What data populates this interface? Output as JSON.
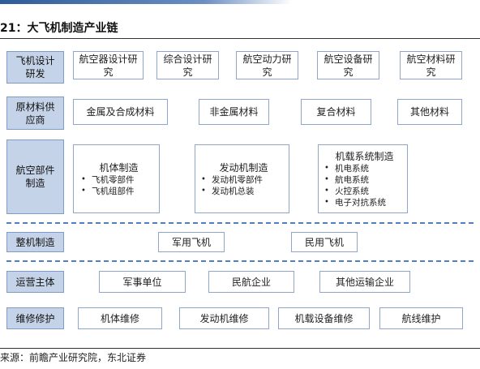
{
  "title": "21：大飞机制造产业链",
  "source": "来源：前瞻产业研究院，东北证券",
  "rows": [
    {
      "category": "飞机设计研发",
      "items": [
        "航空器设计研究",
        "综合设计研究",
        "航空动力研究",
        "航空设备研究",
        "航空材料研究"
      ]
    },
    {
      "category": "原材料供应商",
      "items": [
        "金属及合成材料",
        "非金属材料",
        "复合材料",
        "其他材料"
      ]
    },
    {
      "category": "航空部件制造",
      "groups": [
        {
          "title": "机体制造",
          "bullets": [
            "飞机零部件",
            "飞机组部件"
          ]
        },
        {
          "title": "发动机制造",
          "bullets": [
            "发动机零部件",
            "发动机总装"
          ]
        },
        {
          "title": "机载系统制造",
          "bullets": [
            "机电系统",
            "航电系统",
            "火控系统",
            "电子对抗系统"
          ]
        }
      ]
    },
    {
      "category": "整机制造",
      "items": [
        "军用飞机",
        "民用飞机"
      ]
    },
    {
      "category": "运营主体",
      "items": [
        "军事单位",
        "民航企业",
        "其他运输企业"
      ]
    },
    {
      "category": "维修修护",
      "items": [
        "机体维修",
        "发动机维修",
        "机载设备维修",
        "航线维护"
      ]
    }
  ]
}
